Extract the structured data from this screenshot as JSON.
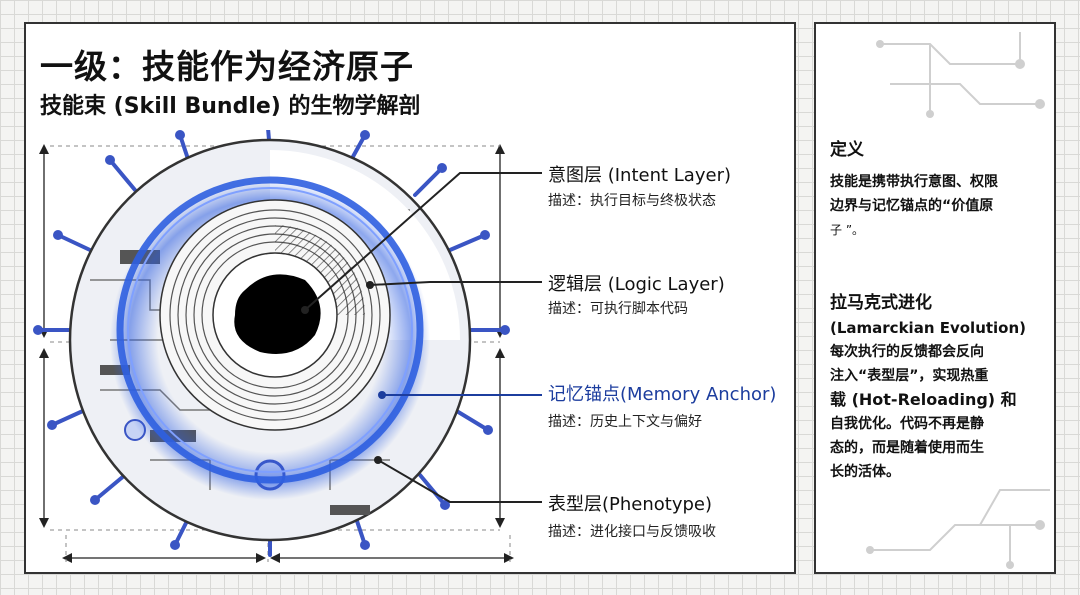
{
  "header": {
    "title": "一级：技能作为经济原子",
    "subtitle": "技能束 (Skill  Bundle) 的生物学解剖"
  },
  "layers": [
    {
      "name": "意图层 (Intent  Layer)",
      "desc": "描述：执行目标与终极状态",
      "color": "#111111"
    },
    {
      "name": "逻辑层 (Logic Layer)",
      "desc": "描述：可执行脚本代码",
      "color": "#111111"
    },
    {
      "name": "记忆锚点(Memory  Anchor)",
      "desc": "描述：历史上下文与偏好",
      "color": "#1c3d9e"
    },
    {
      "name": "表型层(Phenotype)",
      "desc": "描述：进化接口与反馈吸收",
      "color": "#111111"
    }
  ],
  "sidebar": {
    "definition": {
      "heading": "定义",
      "line1": "技能是携带执行意图、权限",
      "line2": "边界与记忆锚点的“价值原",
      "line3": "子 ”。"
    },
    "evolution": {
      "heading": "拉马克式进化",
      "en_title": "(Lamarckian Evolution)",
      "line1": "每次执行的反馈都会反向",
      "line2": "注入“表型层”，实现热重",
      "line3a": "载",
      "line3b": " (Hot-Reloading) 和",
      "line4": "自我优化。代码不再是静",
      "line5": "态的，而是随着使用而生",
      "line6": "长的活体。"
    }
  },
  "colors": {
    "accent_blue": "#1c3d9e",
    "glow_blue": "#2f5fe0",
    "panel_border": "#333333"
  }
}
